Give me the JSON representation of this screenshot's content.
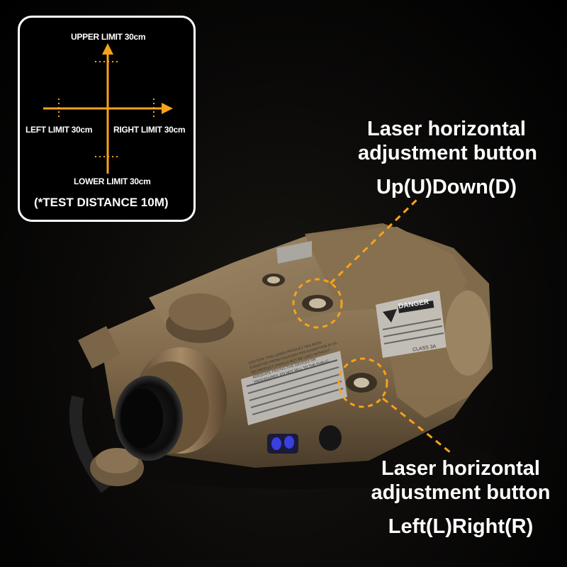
{
  "inset": {
    "upper_limit": "UPPER LIMIT 30cm",
    "left_limit": "LEFT LIMIT 30cm",
    "right_limit": "RIGHT LIMIT 30cm",
    "lower_limit": "LOWER LIMIT 30cm",
    "test_distance": "(*TEST DISTANCE 10M)"
  },
  "callout_top": {
    "line1": "Laser horizontal",
    "line2": "adjustment button",
    "line3": "Up(U)Down(D)"
  },
  "callout_bottom": {
    "line1": "Laser horizontal",
    "line2": "adjustment button",
    "line3": "Left(L)Right(R)"
  },
  "device_labels": {
    "caution": "CAUTION: THIS LASER PRODUCT HAS BEEN EXEMPTED FROM FDA/CDRH PER EXEMPTION (P-5/I-50) PRODUCT SHOULD NOT BE USED WITHOUT ADEQUATE PROTECTIVE DEVICES OR PROCEDURES. DO NOT SELL TO THE PUBLIC.",
    "danger": "DANGER",
    "class": "CLASS 3A"
  },
  "colors": {
    "accent": "#f7a21b",
    "device": "#8a7355",
    "background": "#000000"
  }
}
